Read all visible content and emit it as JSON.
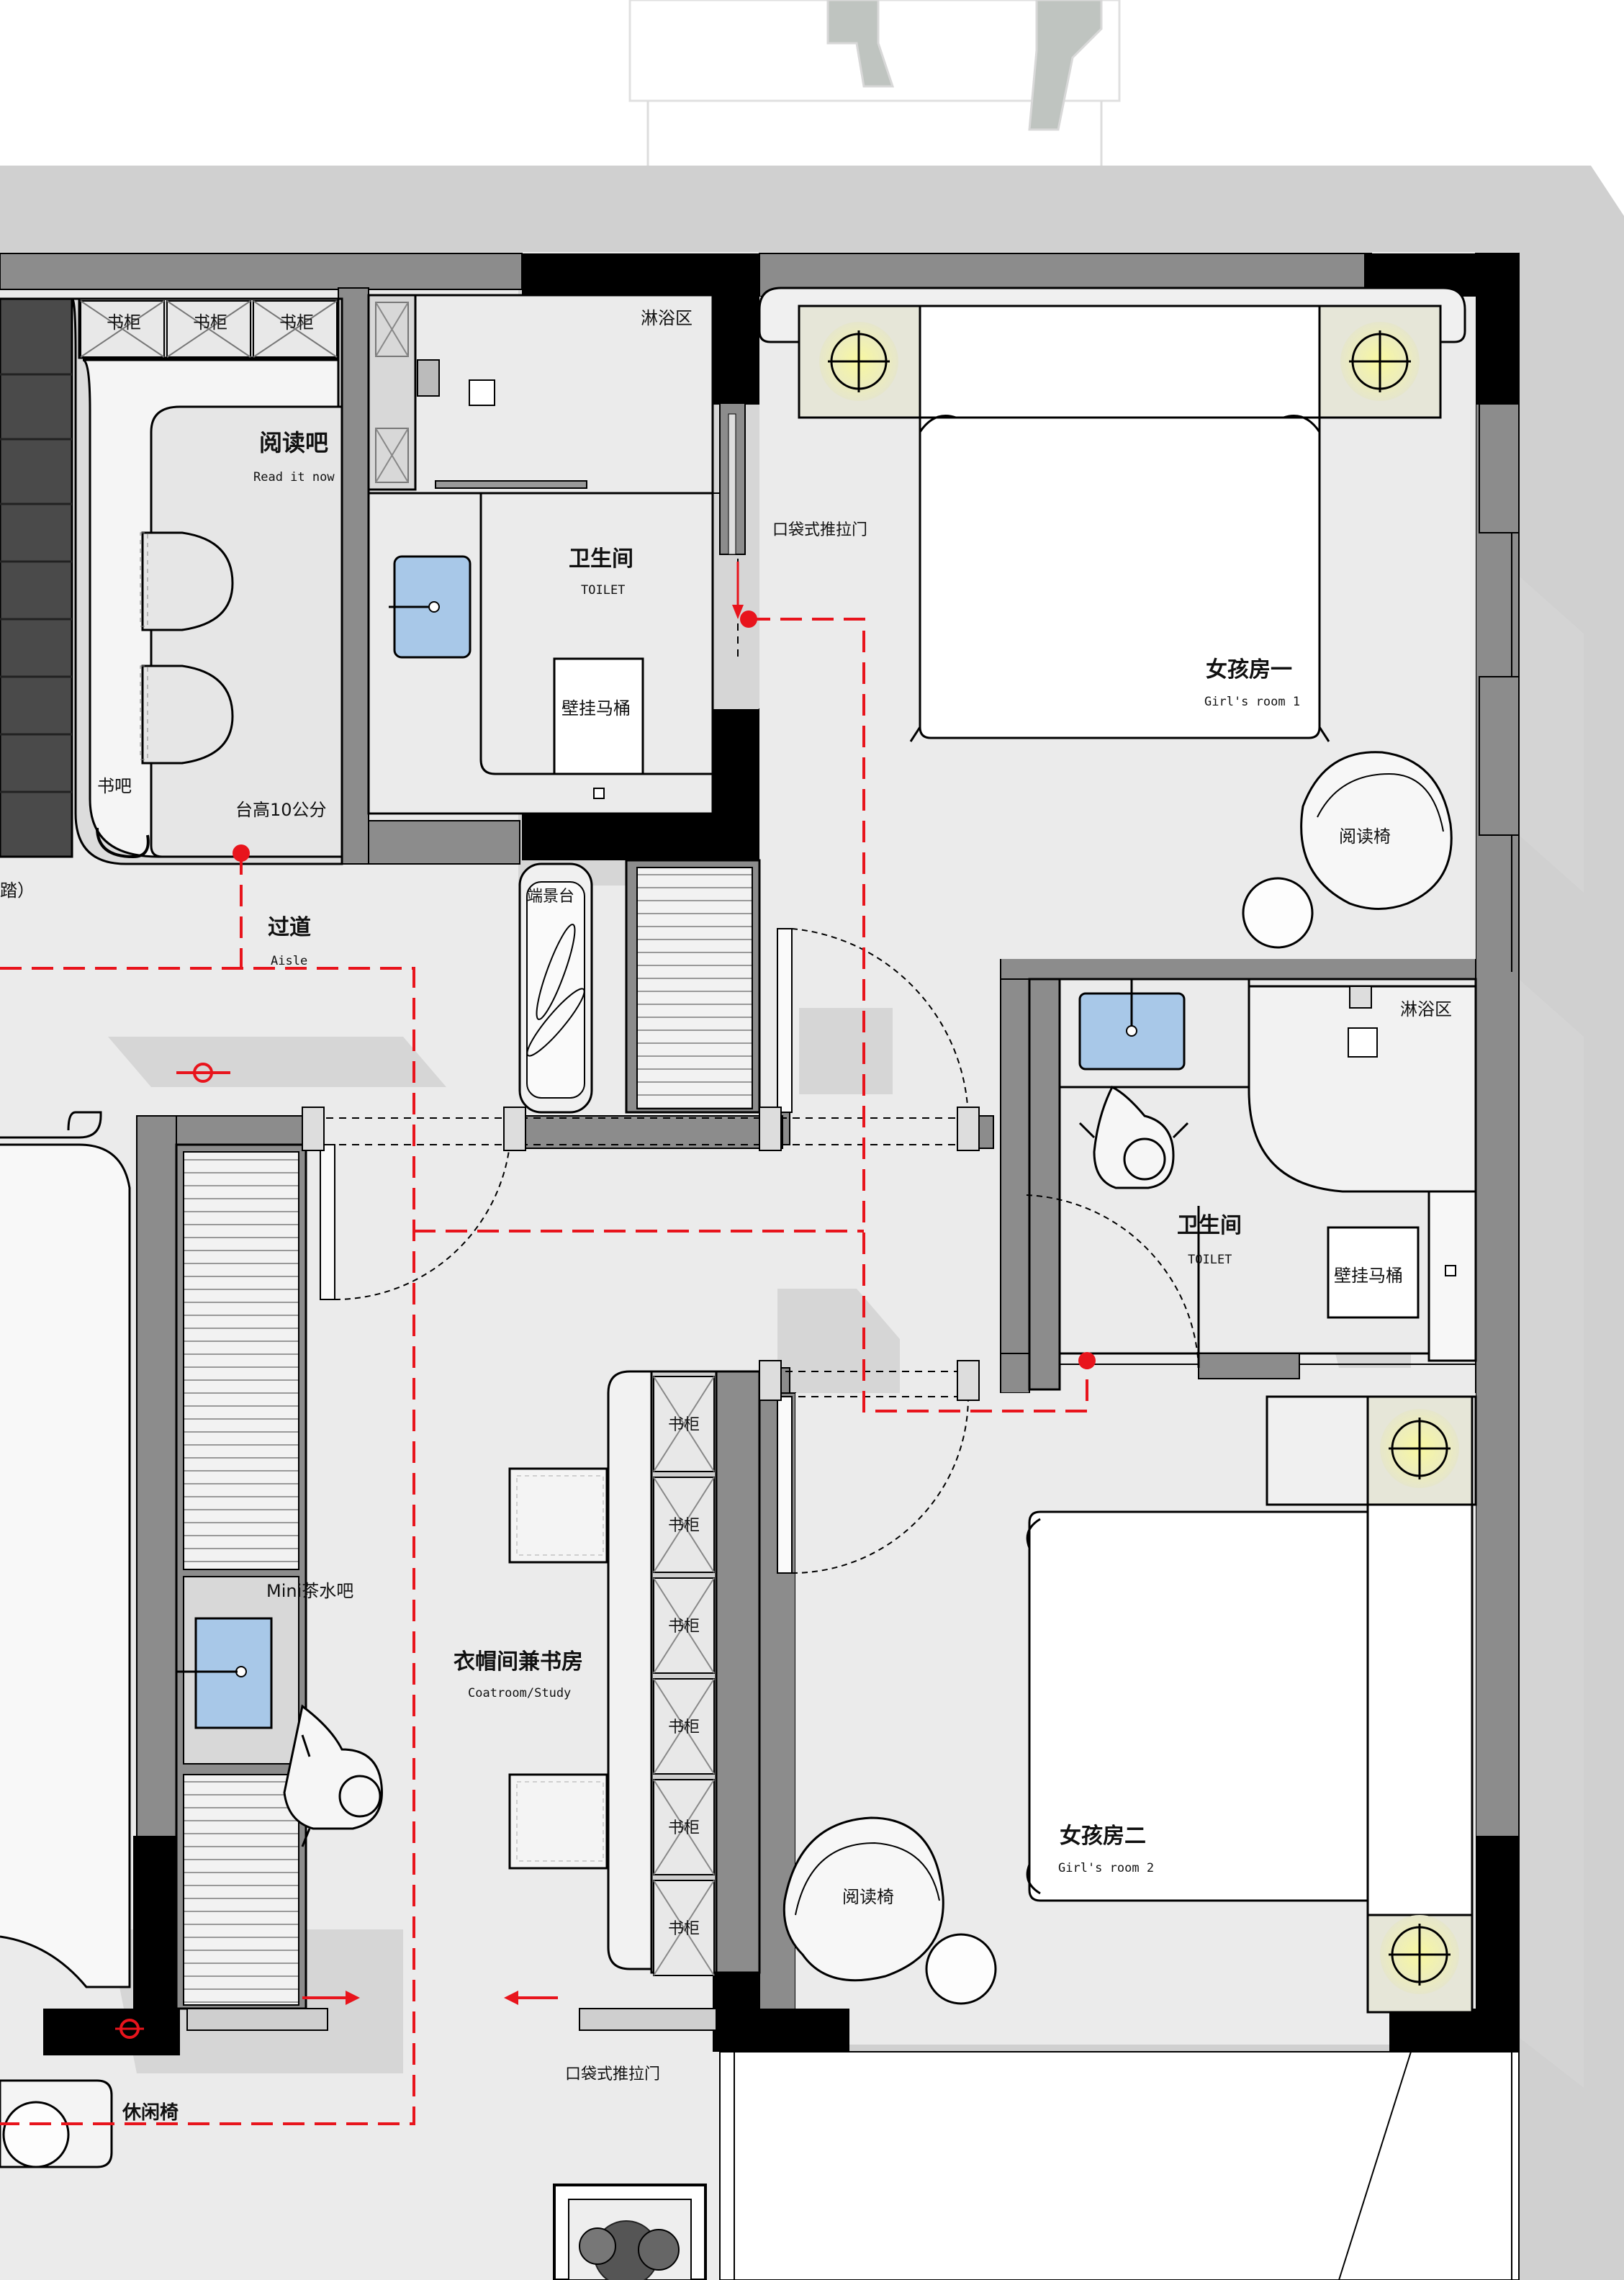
{
  "title": "",
  "rooms": {
    "reading_bar": {
      "cn": "阅读吧",
      "en": "Read it now"
    },
    "toilet_1": {
      "cn": "卫生间",
      "en": "TOILET"
    },
    "shower_1": "淋浴区",
    "pocket_door_1": "口袋式推拉门",
    "girl_room_1": {
      "cn": "女孩房一",
      "en": "Girl's room 1"
    },
    "book_bar": "书吧",
    "counter_height": "台高10公分",
    "stair_note": "踏）",
    "aisle": {
      "cn": "过道",
      "en": "Aisle"
    },
    "display_table": "端景台",
    "reading_chair_1": "阅读椅",
    "shower_2": "淋浴区",
    "toilet_2": {
      "cn": "卫生间",
      "en": "TOILET"
    },
    "wall_toilet_1": "壁挂马桶",
    "wall_toilet_2": "壁挂马桶",
    "tea_bar": "Mini茶水吧",
    "study": {
      "cn": "衣帽间兼书房",
      "en": "Coatroom/Study"
    },
    "girl_room_2": {
      "cn": "女孩房二",
      "en": "Girl's room 2"
    },
    "reading_chair_2": "阅读椅",
    "pocket_door_2": "口袋式推拉门",
    "lounge_chair": "休闲椅"
  },
  "bookcase_labels_top": [
    "书柜",
    "书柜",
    "书柜"
  ],
  "bookcase_labels_side": [
    "书柜",
    "书柜",
    "书柜",
    "书柜",
    "书柜",
    "书柜"
  ],
  "colors": {
    "wall_solid": "#000000",
    "wall_gray": "#8c8c8c",
    "floor": "#ebebeb",
    "shadow": "#c8c8c8",
    "basin": "#a8c8e8",
    "lamp_glow": "#f4f4b0",
    "route": "#e8141c"
  }
}
